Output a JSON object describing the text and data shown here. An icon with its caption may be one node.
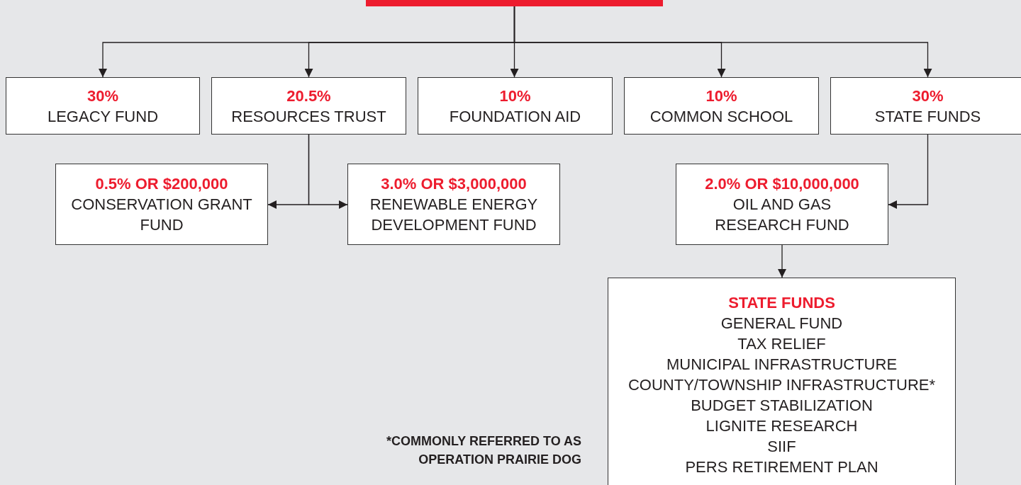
{
  "diagram": {
    "nodes": [
      {
        "text": [],
        "shape": "bar"
      },
      {
        "text": [
          "30%",
          "LEGACY FUND"
        ]
      },
      {
        "text": [
          "20.5%",
          "RESOURCES TRUST"
        ]
      },
      {
        "text": [
          "10%",
          "FOUNDATION AID"
        ]
      },
      {
        "text": [
          "10%",
          "COMMON SCHOOL"
        ]
      },
      {
        "text": [
          "30%",
          "STATE FUNDS"
        ]
      },
      {
        "text": [
          "0.5% OR $200,000",
          "CONSERVATION GRANT FUND"
        ]
      },
      {
        "text": [
          "3.0% OR $3,000,000",
          "RENEWABLE ENERGY DEVELOPMENT FUND"
        ]
      },
      {
        "text": [
          "2.0% OR $10,000,000",
          "OIL AND GAS RESEARCH FUND"
        ]
      },
      {
        "text": [
          "STATE FUNDS",
          "GENERAL FUND",
          "TAX RELIEF",
          "MUNICIPAL INFRASTRUCTURE",
          "COUNTY/TOWNSHIP INFRASTRUCTURE*",
          "BUDGET STABILIZATION",
          "LIGNITE RESEARCH",
          "SIIF",
          "PERS RETIREMENT PLAN"
        ]
      }
    ],
    "edges": [
      {
        "from": 0,
        "to": 1,
        "arrow": "to"
      },
      {
        "from": 0,
        "to": 2,
        "arrow": "to"
      },
      {
        "from": 0,
        "to": 3,
        "arrow": "to"
      },
      {
        "from": 0,
        "to": 4,
        "arrow": "to"
      },
      {
        "from": 0,
        "to": 5,
        "arrow": "to"
      },
      {
        "from": 2,
        "to": 6,
        "arrow": "to"
      },
      {
        "from": 2,
        "to": 7,
        "arrow": "to"
      },
      {
        "from": 5,
        "to": 8,
        "arrow": "to"
      },
      {
        "from": 8,
        "to": 9,
        "arrow": "to"
      }
    ],
    "labels": [
      "*COMMONLY REFERRED TO AS OPERATION PRAIRIE DOG"
    ]
  }
}
